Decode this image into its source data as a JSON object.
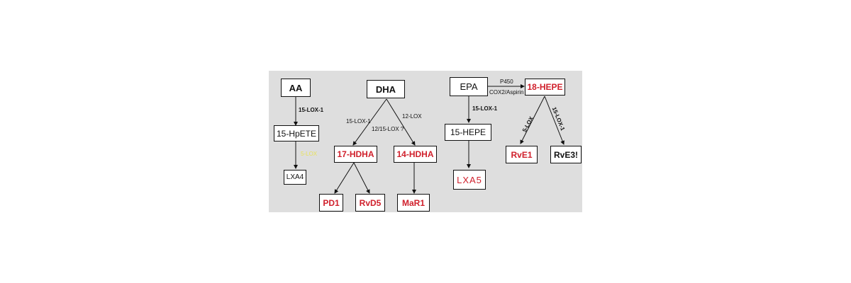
{
  "nodes": {
    "aa": "AA",
    "hpete": "15-HpETE",
    "lxa4": "LXA4",
    "dha": "DHA",
    "hdha17": "17-HDHA",
    "hdha14": "14-HDHA",
    "pd1": "PD1",
    "rvd5": "RvD5",
    "mar1": "MaR1",
    "epa": "EPA",
    "hepe15": "15-HEPE",
    "lxa5": "LXA5",
    "hepe18": "18-HEPE",
    "rve1": "RvE1",
    "rve3": "RvE3!"
  },
  "edge_labels": {
    "aa_lox": "15-LOX-1",
    "hpete_lox": "5-LOX",
    "dha_lox_left": "15-LOX-1",
    "dha_lox_right": "12-LOX",
    "dha_lox_mid": "12/15-LOX ?",
    "epa_lox": "15-LOX-1",
    "p450": "P450",
    "cox2": "COX2/Aspirin",
    "hepe_5lox": "5-LOX",
    "hepe_15lox": "15-LOX-1"
  },
  "colors": {
    "panel_bg": "#dedede",
    "highlight_text": "#d0202c",
    "faint_label": "#e8e25a"
  }
}
